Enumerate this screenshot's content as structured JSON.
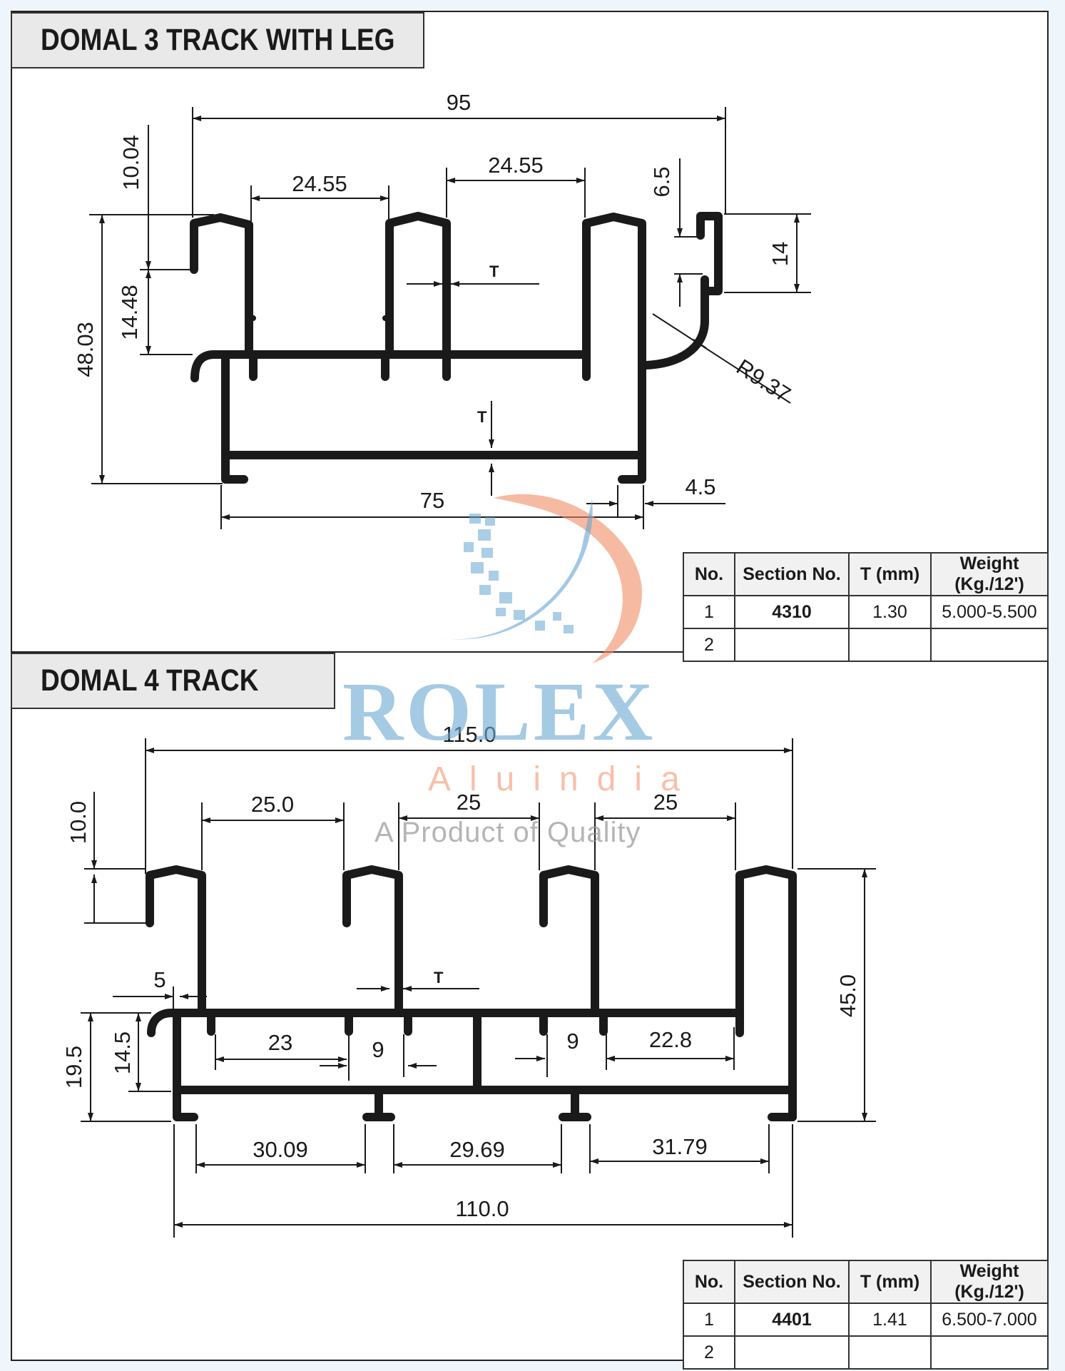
{
  "section1": {
    "title": "DOMAL 3 TRACK WITH LEG",
    "dimensions": {
      "overall_width": "95",
      "track_spacing_left": "24.55",
      "track_spacing_right": "24.55",
      "flange_height": "10.04",
      "track_height": "14.48",
      "total_height": "48.03",
      "hook_gap": "6.5",
      "hook_height": "14",
      "radius": "R9.37",
      "base_width": "75",
      "leg_width": "4.5",
      "thickness_symbol_1": "T",
      "thickness_symbol_2": "T"
    },
    "table": {
      "headers": [
        "No.",
        "Section No.",
        "T (mm)",
        "Weight (Kg./12')"
      ],
      "rows": [
        [
          "1",
          "4310",
          "1.30",
          "5.000-5.500"
        ],
        [
          "2",
          "",
          "",
          ""
        ]
      ]
    }
  },
  "section2": {
    "title": "DOMAL 4 TRACK",
    "dimensions": {
      "overall_width": "115.0",
      "track_spacing_1": "25.0",
      "track_spacing_2": "25",
      "track_spacing_3": "25",
      "flange_height": "10.0",
      "total_height": "45.0",
      "lip": "5",
      "thickness_symbol": "T",
      "base_height_outer": "19.5",
      "base_height_inner": "14.5",
      "inner_span_left": "23",
      "inner_gap_left": "9",
      "inner_gap_right": "9",
      "inner_span_right": "22.8",
      "leg_span_1": "30.09",
      "leg_span_2": "29.69",
      "leg_span_3": "31.79",
      "base_width": "110.0"
    },
    "table": {
      "headers": [
        "No.",
        "Section No.",
        "T (mm)",
        "Weight (Kg./12')"
      ],
      "rows": [
        [
          "1",
          "4401",
          "1.41",
          "6.500-7.000"
        ],
        [
          "2",
          "",
          "",
          ""
        ]
      ]
    }
  },
  "watermark": {
    "brand": "ROLEX",
    "sub": "Aluindia",
    "tagline": "A Product of Quality",
    "colors": {
      "blue": "#6eaad2",
      "orange": "#f08c64",
      "grey": "#969696"
    }
  }
}
